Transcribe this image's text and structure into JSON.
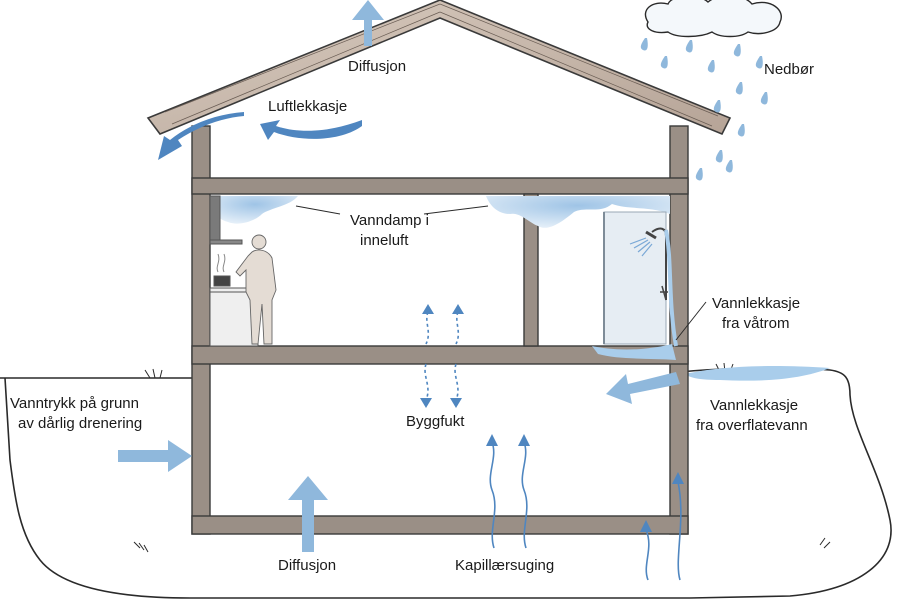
{
  "labels": {
    "diffusion_top": "Diffusjon",
    "air_leak": "Luftlekkasje",
    "precipitation": "Nedbør",
    "vapor_line1": "Vanndamp i",
    "vapor_line2": "inneluft",
    "wetroom_line1": "Vannlekkasje",
    "wetroom_line2": "fra våtrom",
    "pressure_line1": "Vanntrykk på grunn",
    "pressure_line2": "av dårlig drenering",
    "building_moisture": "Byggfukt",
    "surface_line1": "Vannlekkasje",
    "surface_line2": "fra overflatevann",
    "diffusion_bottom": "Diffusjon",
    "capillary": "Kapillærsuging"
  },
  "colors": {
    "wall": "#9a8f86",
    "wall_stroke": "#3a3a3a",
    "roof": "#c9b9ad",
    "arrow": "#8fb8dc",
    "arrow_dark": "#4f86c0",
    "water": "#b9d6ee",
    "ground": "#2a2a2a"
  }
}
